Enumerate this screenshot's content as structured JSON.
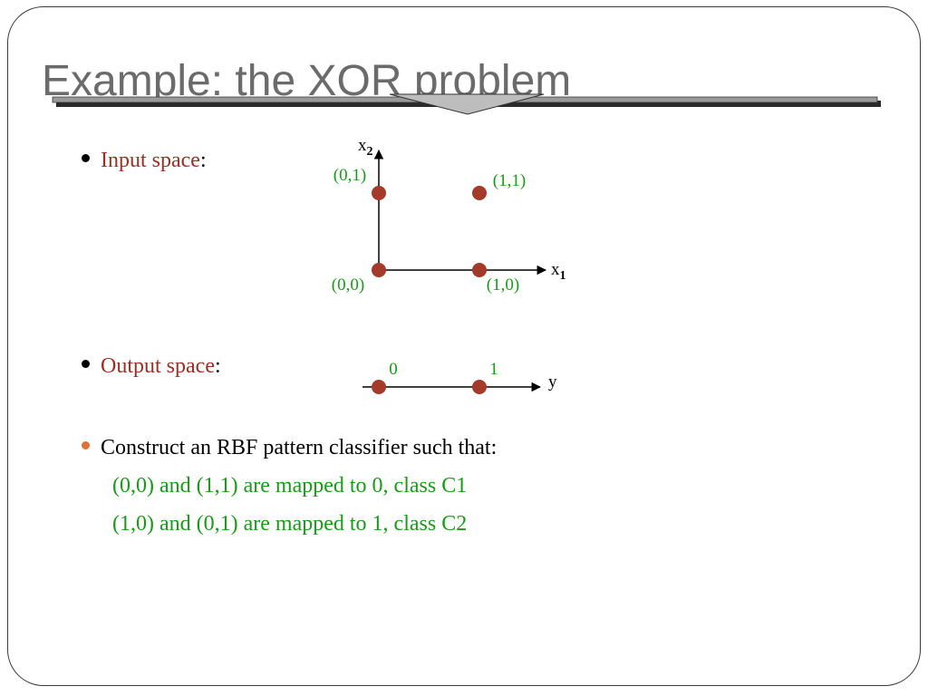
{
  "slide": {
    "title": "Example: the XOR problem"
  },
  "bullets": [
    {
      "term": "Input space",
      "suffix": ":"
    },
    {
      "term": "Output space",
      "suffix": ":"
    },
    {
      "text": "Construct an RBF pattern classifier such that:"
    }
  ],
  "mapping_lines": [
    "(0,0) and (1,1) are mapped to 0, class C1",
    "(1,0) and (0,1) are mapped to 1, class C2"
  ],
  "input_plot": {
    "x_axis_label": "x",
    "x_axis_sub": "1",
    "y_axis_label": "x",
    "y_axis_sub": "2",
    "points": [
      {
        "x": 0,
        "y": 0,
        "label": "(0,0)"
      },
      {
        "x": 1,
        "y": 0,
        "label": "(1,0)"
      },
      {
        "x": 0,
        "y": 1,
        "label": "(0,1)"
      },
      {
        "x": 1,
        "y": 1,
        "label": "(1,1)"
      }
    ]
  },
  "output_plot": {
    "axis_label": "y",
    "points": [
      {
        "y": 0,
        "label": "0"
      },
      {
        "y": 1,
        "label": "1"
      }
    ]
  },
  "colors": {
    "title": "#6b6b6b",
    "term": "#9b2f23",
    "label_green": "#1a9a1a",
    "point": "#a33a2a",
    "accent_bullet": "#e0703a"
  }
}
